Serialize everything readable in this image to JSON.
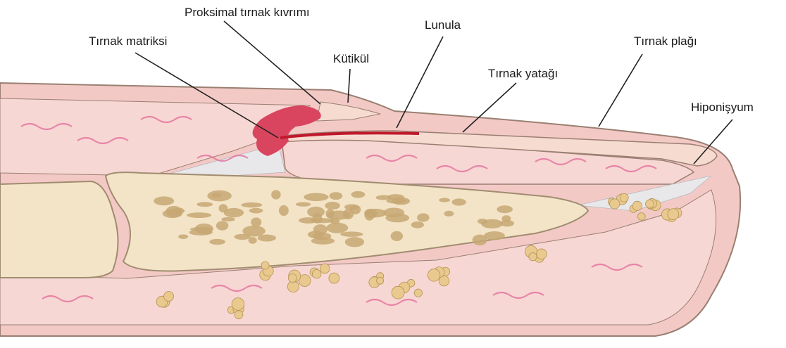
{
  "labels": {
    "proximal_fold": "Proksimal tırnak kıvrımı",
    "matrix": "Tırnak matriksi",
    "lunula": "Lunula",
    "cuticle": "Kütikül",
    "nail_bed": "Tırnak yatağı",
    "nail_plate": "Tırnak plağı",
    "hyponychium": "Hiponişyum"
  },
  "colors": {
    "skin": "#f3c9c6",
    "skin_edge": "#9a7f72",
    "dermis": "#f7d7d3",
    "fat": "#e9c98e",
    "bone": "#f3e4c8",
    "bone_edge": "#a08c6f",
    "matrix": "#d9455e",
    "lunula_line": "#c0182c",
    "nail_plate": "#f6dcd0",
    "ligament": "#e8e8ea",
    "vessel": "#e36a9a",
    "leader": "#222222"
  }
}
